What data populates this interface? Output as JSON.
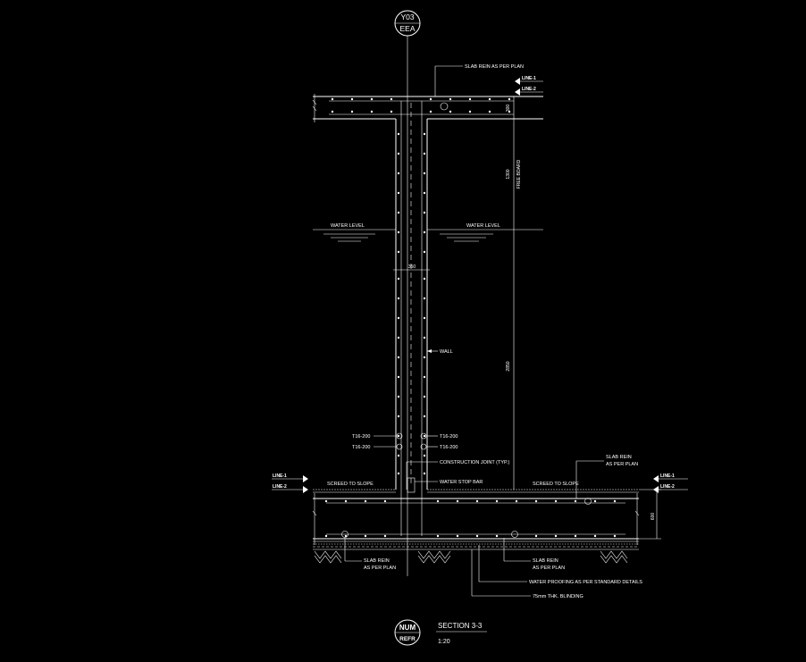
{
  "grid_bubble": {
    "top": "Y03",
    "bottom": "EEA"
  },
  "labels": {
    "slab_rein_top": "SLAB REIN AS PER PLAN",
    "level_1_top": "LINE-1",
    "level_2_top": "LINE-2",
    "dim_300_top": "300",
    "dim_1300": "1300",
    "free_board": "FREE BOARD",
    "water_level_left": "WATER LEVEL",
    "water_level_right": "WATER LEVEL",
    "dim_350": "350",
    "wall": "WALL",
    "dim_2850": "2850",
    "t16_left_1": "T16-200",
    "t16_left_2": "T16-200",
    "t16_right_1": "T16-200",
    "t16_right_2": "T16-200",
    "construction_joint": "CONSTRUCTION JOINT (TYP.)",
    "water_stop_bar": "WATER STOP BAR",
    "slab_rein_right_1": "SLAB REIN",
    "slab_rein_right_2": "AS PER PLAN",
    "level_1_left": "LINE-1",
    "level_2_left": "LINE-2",
    "level_1_right": "LINE-1",
    "level_2_right": "LINE-2",
    "screed_left": "SCREED TO SLOPE",
    "screed_right": "SCREED TO SLOPE",
    "dim_600": "600",
    "slab_rein_bot_left_1": "SLAB REIN",
    "slab_rein_bot_left_2": "AS PER PLAN",
    "slab_rein_bot_right_1": "SLAB REIN",
    "slab_rein_bot_right_2": "AS PER PLAN",
    "water_proofing": "WATER PROOFING AS PER STANDARD DETAILS",
    "blinding": "75mm THK. BLINDING"
  },
  "title_block": {
    "bubble_top": "NUM",
    "bubble_bottom": "REFR",
    "title": "SECTION 3-3",
    "scale": "1:20"
  }
}
